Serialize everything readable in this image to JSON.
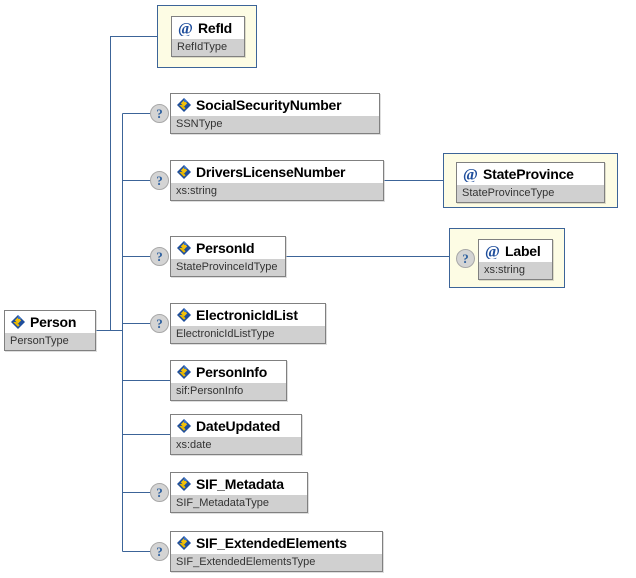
{
  "diagram": {
    "kind": "xml-schema-element-diagram",
    "background": "#ffffff",
    "connector_color": "#3c6498",
    "attribute_panel_fill": "#fdfce4",
    "attribute_panel_border": "#3c6498",
    "node_border": "#808080",
    "node_title_fill": "#ffffff",
    "node_type_fill": "#d0d0d0",
    "optional_marker_text": "?",
    "icon_names": {
      "element": "element-icon",
      "attribute": "attribute-icon",
      "optional": "optional-question-icon"
    }
  },
  "root": {
    "name": "Person",
    "type": "PersonType",
    "kind": "element",
    "optional": false
  },
  "children": [
    {
      "name": "RefId",
      "type": "RefIdType",
      "kind": "attribute",
      "optional": false,
      "in_attribute_panel": true
    },
    {
      "name": "SocialSecurityNumber",
      "type": "SSNType",
      "kind": "element",
      "optional": true
    },
    {
      "name": "DriversLicenseNumber",
      "type": "xs:string",
      "kind": "element",
      "optional": true
    },
    {
      "name": "PersonId",
      "type": "StateProvinceIdType",
      "kind": "element",
      "optional": true
    },
    {
      "name": "ElectronicIdList",
      "type": "ElectronicIdListType",
      "kind": "element",
      "optional": true
    },
    {
      "name": "PersonInfo",
      "type": "sif:PersonInfo",
      "kind": "element",
      "optional": false
    },
    {
      "name": "DateUpdated",
      "type": "xs:date",
      "kind": "element",
      "optional": false
    },
    {
      "name": "SIF_Metadata",
      "type": "SIF_MetadataType",
      "kind": "element",
      "optional": true
    },
    {
      "name": "SIF_ExtendedElements",
      "type": "SIF_ExtendedElementsType",
      "kind": "element",
      "optional": true
    }
  ],
  "grandchildren": [
    {
      "name": "StateProvince",
      "type": "StateProvinceType",
      "kind": "attribute",
      "optional": false,
      "in_attribute_panel": true,
      "parent": "DriversLicenseNumber"
    },
    {
      "name": "Label",
      "type": "xs:string",
      "kind": "attribute",
      "optional": true,
      "in_attribute_panel": true,
      "parent": "PersonId"
    }
  ]
}
